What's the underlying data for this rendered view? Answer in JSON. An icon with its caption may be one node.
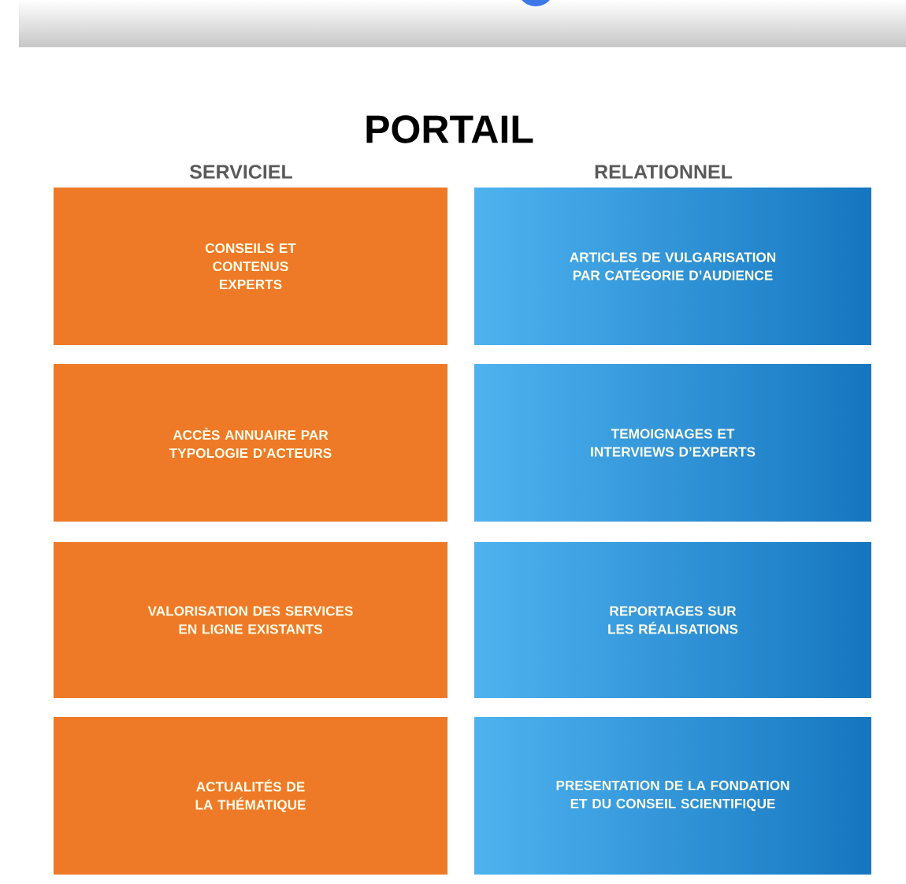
{
  "diagram": {
    "title": "PORTAIL",
    "nodes": [
      {
        "text": [
          "CONSEILS ET CONTENUS EXPERTS"
        ]
      },
      {
        "text": [
          "ARTICLES DE VULGARISATION PAR CATÉGORIE D’AUDIENCE"
        ]
      },
      {
        "text": [
          "ACCÈS ANNUAIRE PAR TYPOLOGIE D’ACTEURS"
        ]
      },
      {
        "text": [
          "TEMOIGNAGES ET INTERVIEWS D’EXPERTS"
        ]
      },
      {
        "text": [
          "VALORISATION DES SERVICES EN LIGNE EXISTANTS"
        ]
      },
      {
        "text": [
          "REPORTAGES SUR LES RÉALISATIONS"
        ]
      },
      {
        "text": [
          "ACTUALITÉS DE LA THÉMATIQUE"
        ]
      },
      {
        "text": [
          "PRESENTATION DE LA FONDATION ET DU CONSEIL SCIENTIFIQUE"
        ]
      }
    ],
    "labels": [
      "SERVICIEL",
      "RELATIONNEL"
    ]
  }
}
